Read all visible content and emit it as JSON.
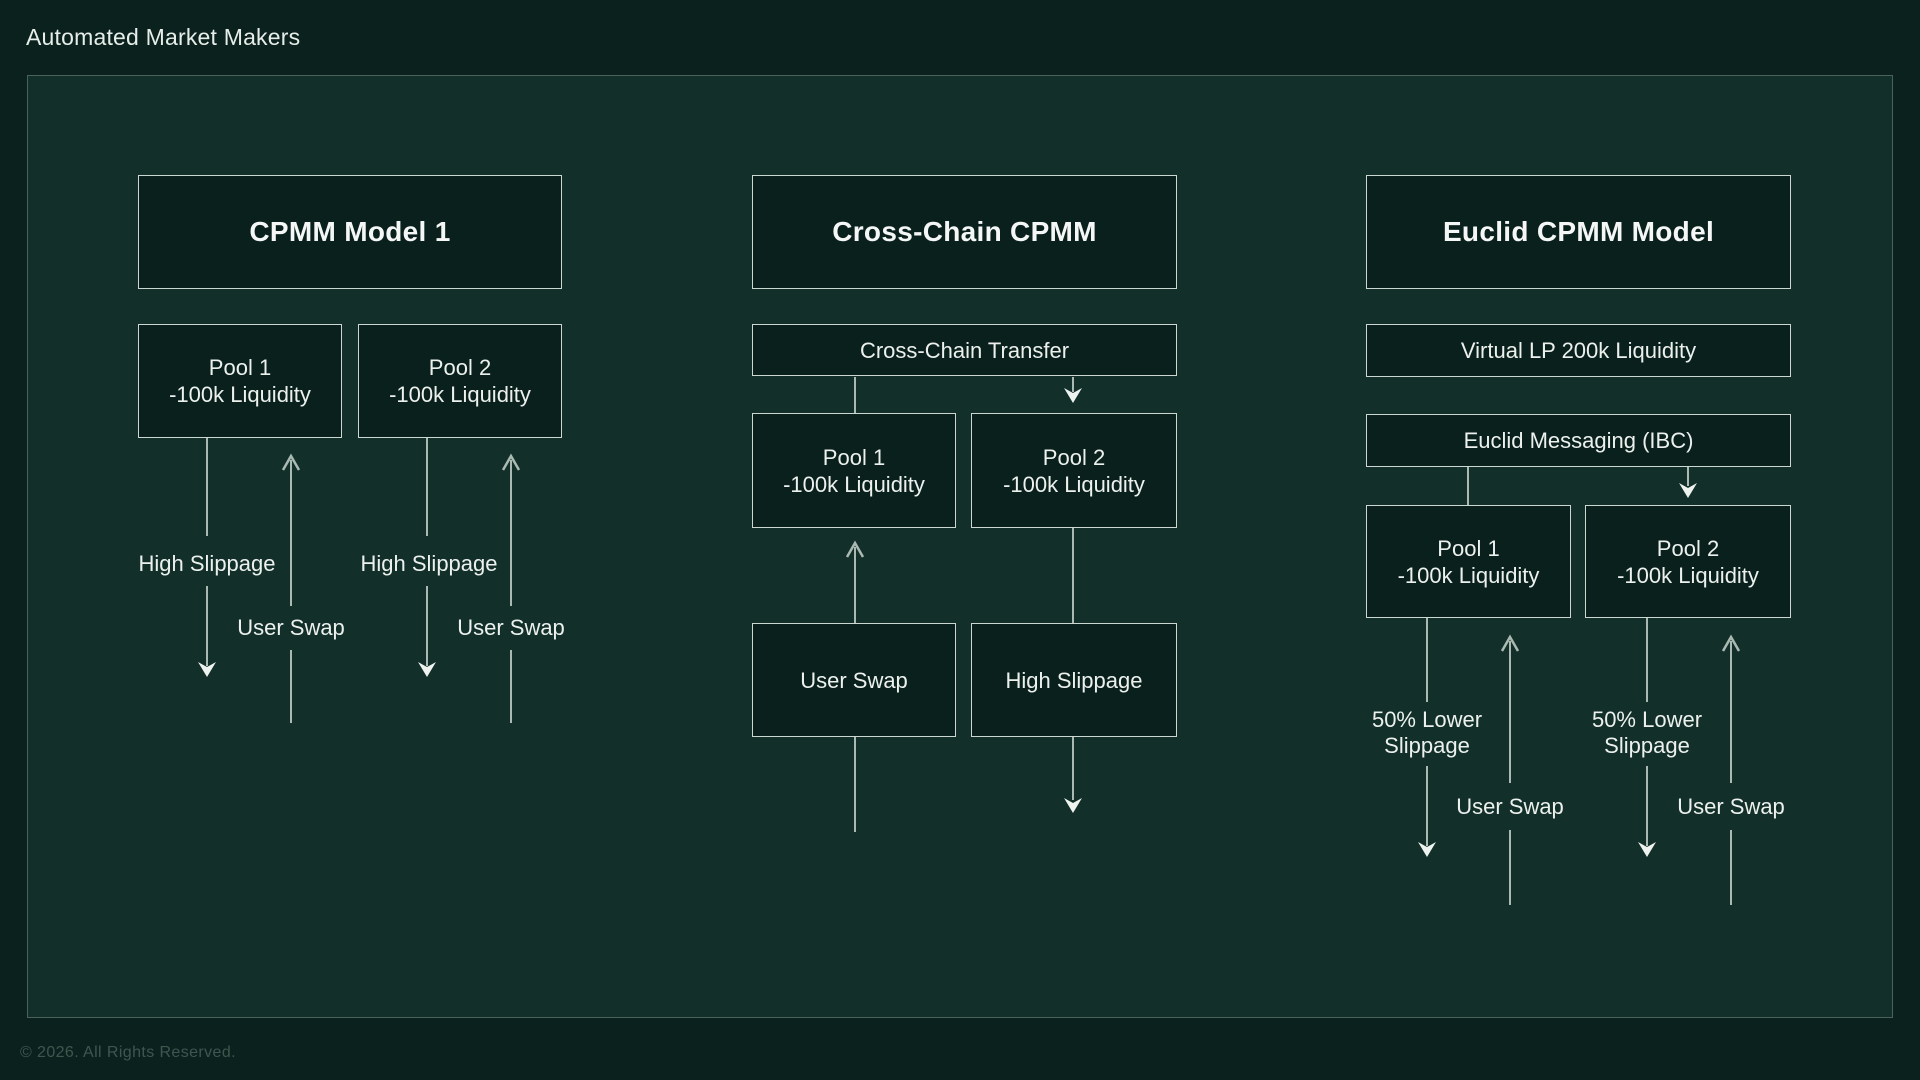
{
  "title": "Automated Market Makers",
  "footer": "© 2026. All Rights Reserved.",
  "colors": {
    "background": "#0b211d",
    "panel_background": "#122f29",
    "panel_border": "#4a625a",
    "box_fill": "#0a201c",
    "box_border": "#ccd7d1",
    "connector_line": "#aab9b2",
    "arrowhead": "#eef3f0",
    "text": "#ecf1ee",
    "footer_text": "#3d574f"
  },
  "cpmm_model_1": {
    "header": "CPMM Model 1",
    "pool1": {
      "name": "Pool 1",
      "liquidity": "-100k Liquidity"
    },
    "pool2": {
      "name": "Pool 2",
      "liquidity": "-100k Liquidity"
    },
    "pool1_down_label": "High Slippage",
    "pool1_up_label": "User Swap",
    "pool2_down_label": "High Slippage",
    "pool2_up_label": "User Swap"
  },
  "cross_chain_cpmm": {
    "header": "Cross-Chain CPMM",
    "transfer": "Cross-Chain Transfer",
    "pool1": {
      "name": "Pool 1",
      "liquidity": "-100k Liquidity"
    },
    "pool2": {
      "name": "Pool 2",
      "liquidity": "-100k Liquidity"
    },
    "user_swap_box": "User Swap",
    "high_slippage_box": "High Slippage"
  },
  "euclid_cpmm": {
    "header": "Euclid CPMM Model",
    "virtual_lp": "Virtual LP 200k Liquidity",
    "messaging": "Euclid Messaging (IBC)",
    "pool1": {
      "name": "Pool 1",
      "liquidity": "-100k Liquidity"
    },
    "pool2": {
      "name": "Pool 2",
      "liquidity": "-100k Liquidity"
    },
    "pool1_down_label": "50% Lower\nSlippage",
    "pool1_up_label": "User Swap",
    "pool2_down_label": "50% Lower\nSlippage",
    "pool2_up_label": "User Swap"
  }
}
